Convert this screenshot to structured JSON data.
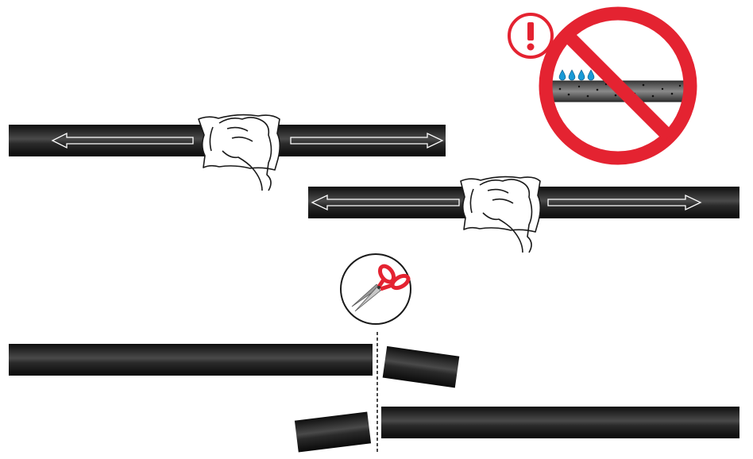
{
  "illustration": {
    "steps": [
      {
        "id": "wipe-tube-1",
        "action": "wipe",
        "direction": "both-ways"
      },
      {
        "id": "wipe-tube-2",
        "action": "wipe",
        "direction": "both-ways"
      },
      {
        "id": "no-wet-tube",
        "action": "prohibited",
        "description_icon": "water-drops"
      },
      {
        "id": "cut-tube",
        "action": "cut",
        "tool": "scissors-icon"
      }
    ],
    "colors": {
      "tube": "#1c1c1c",
      "tube_highlight": "#5a5a5a",
      "prohibit_red": "#e42331",
      "water_blue": "#1a9ad6",
      "scissors_red": "#e42331",
      "arrow_outline": "#ffffff"
    },
    "icons": [
      "hand-wipe-icon",
      "prohibited-icon",
      "warning-icon",
      "water-drop-icon",
      "scissors-icon"
    ]
  }
}
